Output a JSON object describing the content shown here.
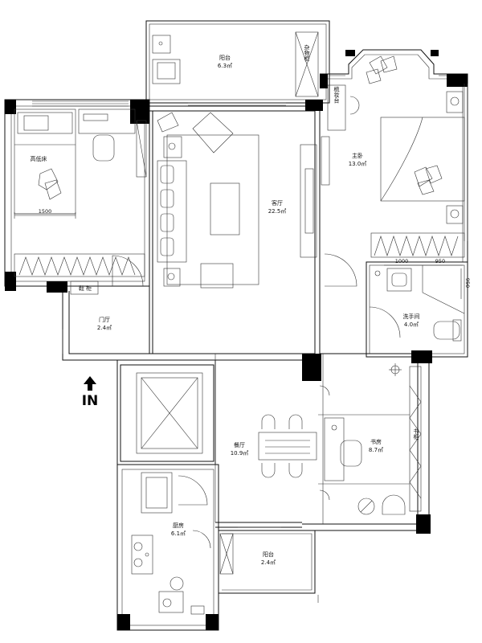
{
  "rooms": {
    "balcony_top": {
      "name": "阳台",
      "area": "6.3㎡"
    },
    "living": {
      "name": "客厅",
      "area": "22.5㎡"
    },
    "master": {
      "name": "主卧",
      "area": "13.0㎡"
    },
    "bathroom": {
      "name": "洗手间",
      "area": "4.0㎡"
    },
    "foyer": {
      "name": "门厅",
      "area": "2.4㎡"
    },
    "dining": {
      "name": "餐厅",
      "area": "10.9㎡"
    },
    "study": {
      "name": "书房",
      "area": "8.7㎡"
    },
    "kitchen": {
      "name": "厨房",
      "area": "6.1㎡"
    },
    "balcony_bottom": {
      "name": "阳台",
      "area": "2.4㎡"
    }
  },
  "furniture": {
    "bed_left": "高低床",
    "shoe_cabinet": "鞋 柜",
    "sundry_cabinet": "杂物柜",
    "dresser": "梳妆台",
    "bookcase": "书柜"
  },
  "dimensions": {
    "bed_width": "1500",
    "bath_w1": "1000",
    "bath_w2": "950",
    "bath_h": "950"
  },
  "entrance": {
    "label": "IN"
  }
}
